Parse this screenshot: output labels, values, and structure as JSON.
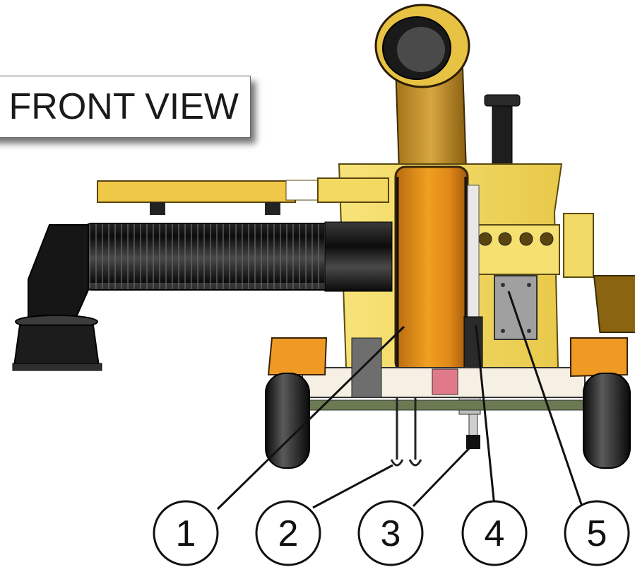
{
  "title": "FRONT VIEW",
  "callouts": [
    "1",
    "2",
    "3",
    "4",
    "5"
  ],
  "colors": {
    "body_yellow": "#f2d45c",
    "fan_orange": "#d98a1a",
    "hose_black": "#141414",
    "fender_orange": "#e8921c",
    "tire_black": "#1a1a1a",
    "plate_gray": "#9a9a9a"
  }
}
